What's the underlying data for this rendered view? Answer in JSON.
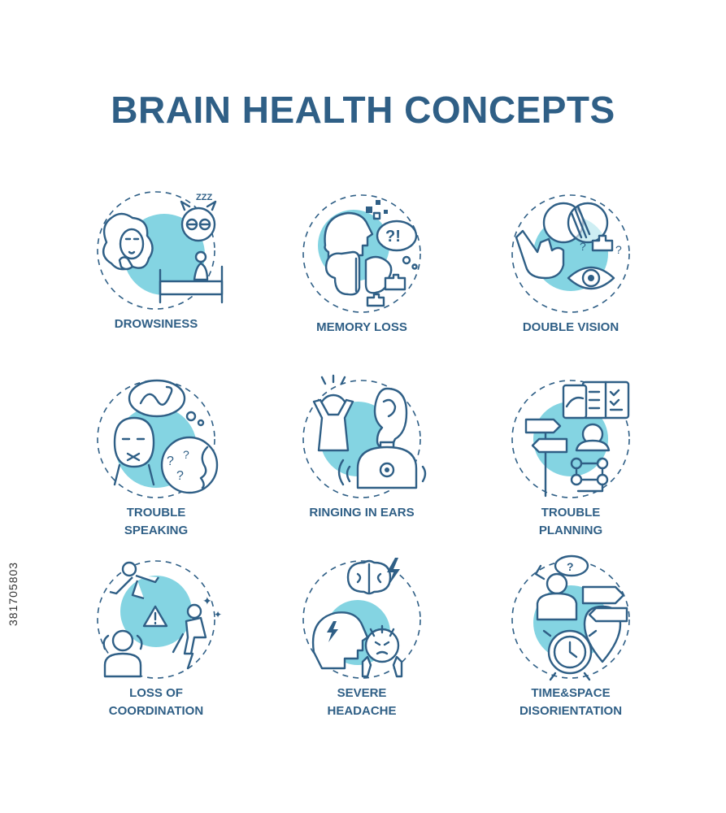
{
  "title": "BRAIN HEALTH CONCEPTS",
  "watermark": "381705803",
  "colors": {
    "accent": "#84d4e2",
    "ink": "#2f5f86"
  },
  "concepts": [
    {
      "icon": "drowsiness-icon",
      "label_lines": [
        "DROWSINESS"
      ]
    },
    {
      "icon": "memory-loss-icon",
      "label_lines": [
        "MEMORY LOSS"
      ]
    },
    {
      "icon": "double-vision-icon",
      "label_lines": [
        "DOUBLE VISION"
      ]
    },
    {
      "icon": "trouble-speaking-icon",
      "label_lines": [
        "TROUBLE",
        "SPEAKING"
      ]
    },
    {
      "icon": "ringing-in-ears-icon",
      "label_lines": [
        "RINGING IN EARS"
      ]
    },
    {
      "icon": "trouble-planning-icon",
      "label_lines": [
        "TROUBLE",
        "PLANNING"
      ]
    },
    {
      "icon": "loss-of-coordination-icon",
      "label_lines": [
        "LOSS OF",
        "COORDINATION"
      ]
    },
    {
      "icon": "severe-headache-icon",
      "label_lines": [
        "SEVERE",
        "HEADACHE"
      ]
    },
    {
      "icon": "time-space-disorientation-icon",
      "label_lines": [
        "TIME&SPACE",
        "DISORIENTATION"
      ]
    }
  ]
}
